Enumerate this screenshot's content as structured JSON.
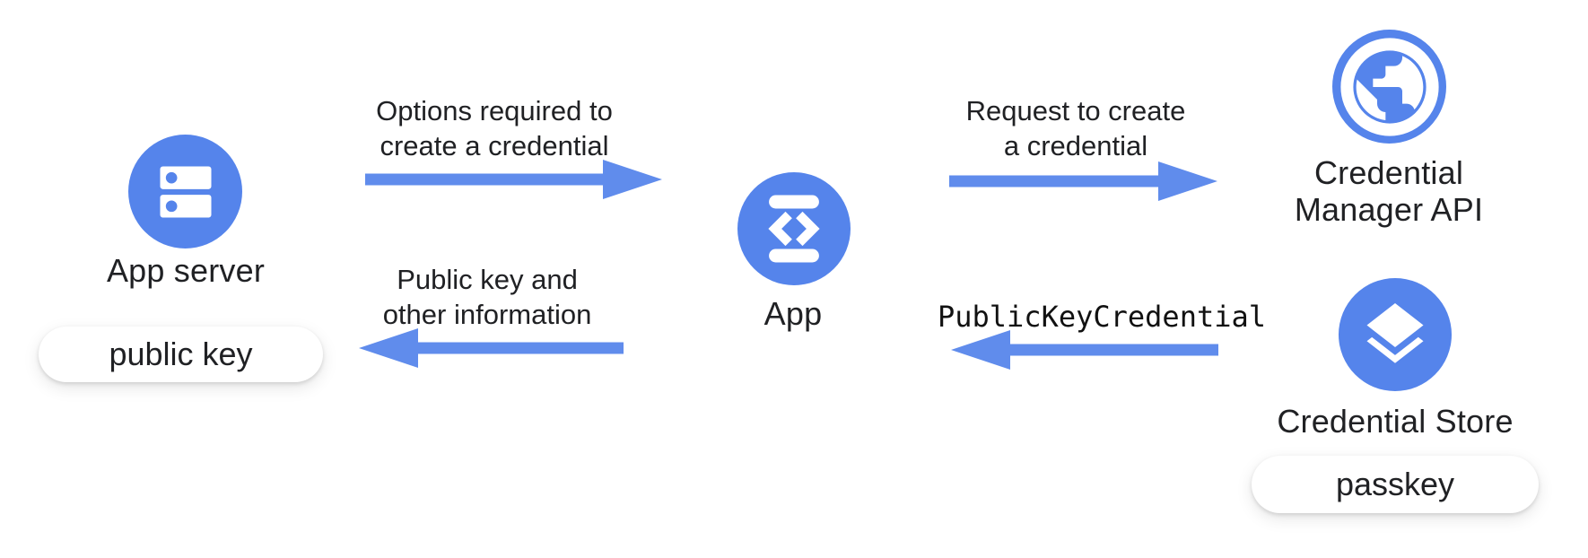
{
  "colors": {
    "node_blue": "#5584EB",
    "arrow_blue": "#608CEC",
    "text": "#202124",
    "pill_background": "#FFFFFF",
    "background": "#FFFFFF"
  },
  "nodes": {
    "app_server": {
      "label": "App server",
      "icon": "server-icon",
      "tag": "public key"
    },
    "app": {
      "label": "App",
      "icon": "phone-code-icon"
    },
    "credential_manager_api": {
      "label_line1": "Credential",
      "label_line2": "Manager API",
      "icon": "globe-icon"
    },
    "credential_store": {
      "label": "Credential Store",
      "icon": "layers-icon",
      "tag": "passkey"
    }
  },
  "flows": {
    "options": {
      "line1": "Options required to",
      "line2": "create a credential",
      "direction": "right",
      "from": "App server",
      "to": "App"
    },
    "request": {
      "line1": "Request to create",
      "line2": "a credential",
      "direction": "right",
      "from": "App",
      "to": "Credential Manager API"
    },
    "public_key_info": {
      "line1": "Public key and",
      "line2": "other information",
      "direction": "left",
      "from": "App",
      "to": "App server"
    },
    "public_key_credential": {
      "label": "PublicKeyCredential",
      "direction": "left",
      "from": "Credential Manager API",
      "to": "App"
    }
  }
}
